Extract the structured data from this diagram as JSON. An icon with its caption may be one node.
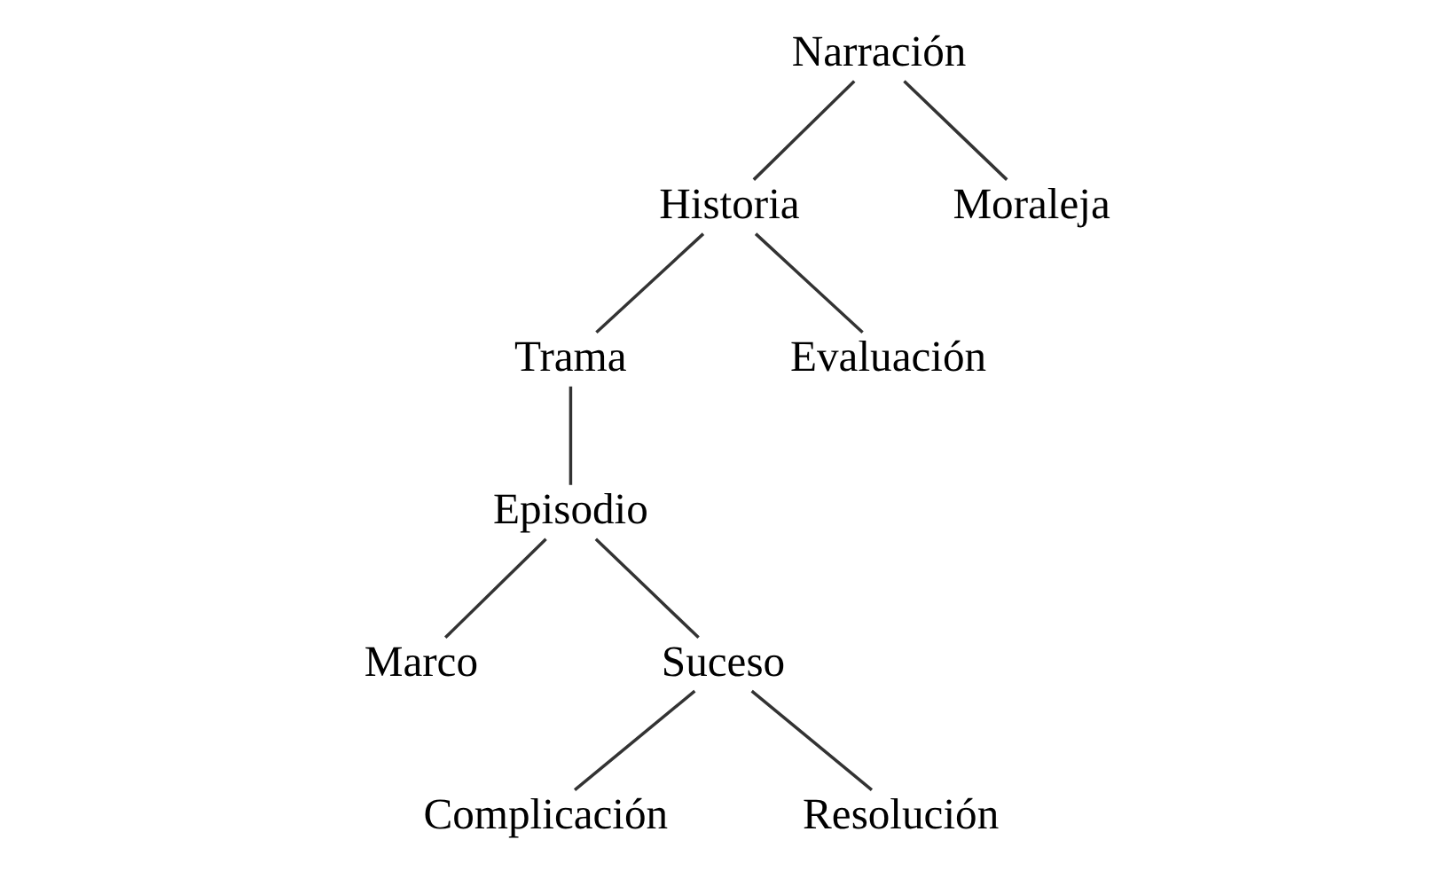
{
  "diagram": {
    "nodes": [
      {
        "text": [
          "Narración"
        ]
      },
      {
        "text": [
          "Historia"
        ]
      },
      {
        "text": [
          "Moraleja"
        ]
      },
      {
        "text": [
          "Trama"
        ]
      },
      {
        "text": [
          "Evaluación"
        ]
      },
      {
        "text": [
          "Episodio"
        ]
      },
      {
        "text": [
          "Marco"
        ]
      },
      {
        "text": [
          "Suceso"
        ]
      },
      {
        "text": [
          "Complicación"
        ]
      },
      {
        "text": [
          "Resolución"
        ]
      }
    ],
    "edges": [
      {
        "from": 0,
        "to": 1,
        "arrow": "none"
      },
      {
        "from": 0,
        "to": 2,
        "arrow": "none"
      },
      {
        "from": 1,
        "to": 3,
        "arrow": "none"
      },
      {
        "from": 1,
        "to": 4,
        "arrow": "none"
      },
      {
        "from": 3,
        "to": 5,
        "arrow": "none"
      },
      {
        "from": 5,
        "to": 6,
        "arrow": "none"
      },
      {
        "from": 5,
        "to": 7,
        "arrow": "none"
      },
      {
        "from": 7,
        "to": 8,
        "arrow": "none"
      },
      {
        "from": 7,
        "to": 9,
        "arrow": "none"
      }
    ]
  }
}
